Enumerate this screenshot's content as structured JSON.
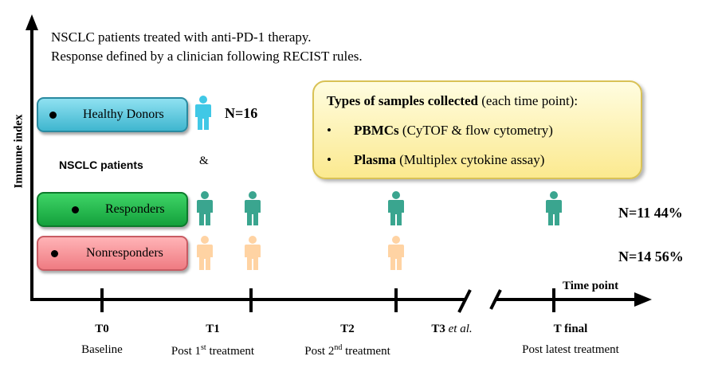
{
  "intro": {
    "line1": "NSCLC patients treated with anti-PD-1 therapy.",
    "line2": "Response defined by a clinician following RECIST rules."
  },
  "axes": {
    "y_label": "Immune index",
    "x_label": "Time point"
  },
  "groups": {
    "healthy": {
      "label": "Healthy Donors",
      "count": "N=16",
      "color": "#3fb6cf"
    },
    "patients_label": "NSCLC patients",
    "ampersand": "&",
    "responders": {
      "label": "Responders",
      "count": "N=11  44%",
      "color": "#14a13c"
    },
    "nonresponders": {
      "label": "Nonresponders",
      "count": "N=14  56%",
      "color": "#ef7b82"
    }
  },
  "samples": {
    "title_bold": "Types of samples collected",
    "title_rest": " (each time point):",
    "items": [
      {
        "bullet": "•",
        "bold": "PBMCs",
        "rest": " (CyTOF  & flow cytometry)"
      },
      {
        "bullet": "•",
        "bold": "Plasma",
        "rest": " (Multiplex cytokine assay)"
      }
    ]
  },
  "timepoints": {
    "t0": {
      "name": "T0",
      "desc": "Baseline"
    },
    "t1": {
      "name": "T1",
      "desc_pre": "Post 1",
      "desc_sup": "st",
      "desc_post": " treatment"
    },
    "t2": {
      "name": "T2",
      "desc_pre": "Post 2",
      "desc_sup": "nd",
      "desc_post": " treatment"
    },
    "t3": {
      "name": "T3",
      "name_italic": " et al."
    },
    "tfinal": {
      "name": "T final",
      "desc": "Post latest treatment"
    }
  },
  "icons": {
    "person": "person-icon",
    "healthy_color": "#40c8e6",
    "responder_color": "#3aa58f",
    "nonresponder_color": "#ffd3a3"
  }
}
